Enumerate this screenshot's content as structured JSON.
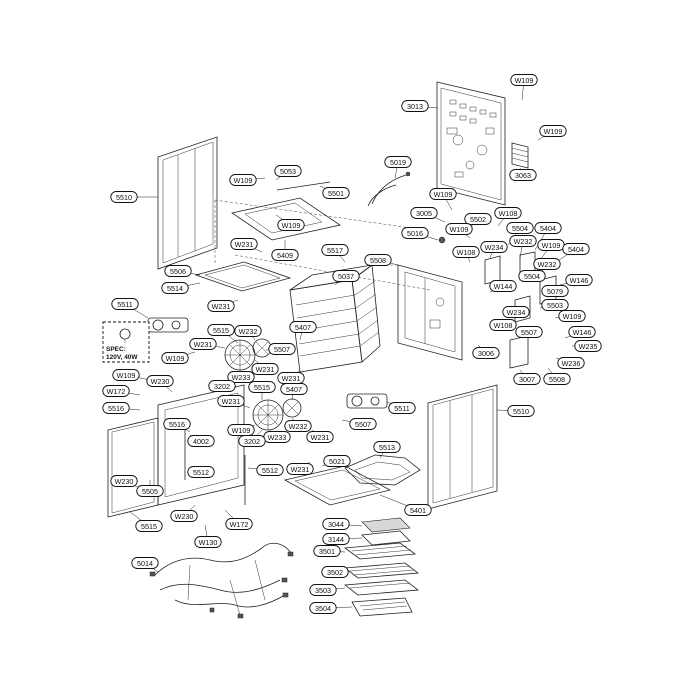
{
  "spec": {
    "line1": "SPEC:",
    "line2": "120V, 40W"
  },
  "callouts": [
    {
      "id": "c-w109-top",
      "text": "W109"
    },
    {
      "id": "c-3013",
      "text": "3013"
    },
    {
      "id": "c-w109-b",
      "text": "W109"
    },
    {
      "id": "c-3063",
      "text": "3063"
    },
    {
      "id": "c-5019",
      "text": "5019"
    },
    {
      "id": "c-w109-c",
      "text": "W109"
    },
    {
      "id": "c-5053",
      "text": "5053"
    },
    {
      "id": "c-5501",
      "text": "5501"
    },
    {
      "id": "c-5510-a",
      "text": "5510"
    },
    {
      "id": "c-w109-d",
      "text": "W109"
    },
    {
      "id": "c-w109-e",
      "text": "W109"
    },
    {
      "id": "c-3005",
      "text": "3005"
    },
    {
      "id": "c-5502",
      "text": "5502"
    },
    {
      "id": "c-w108-a",
      "text": "W108"
    },
    {
      "id": "c-5016",
      "text": "5016"
    },
    {
      "id": "c-w109-f",
      "text": "W109"
    },
    {
      "id": "c-5504-a",
      "text": "5504"
    },
    {
      "id": "c-5404-a",
      "text": "5404"
    },
    {
      "id": "c-w231-a",
      "text": "W231"
    },
    {
      "id": "c-5517",
      "text": "5517"
    },
    {
      "id": "c-w234-a",
      "text": "W234"
    },
    {
      "id": "c-w232-a",
      "text": "W232"
    },
    {
      "id": "c-w109-g",
      "text": "W109"
    },
    {
      "id": "c-5404-b",
      "text": "5404"
    },
    {
      "id": "c-5409",
      "text": "5409"
    },
    {
      "id": "c-w108-b",
      "text": "W108"
    },
    {
      "id": "c-5508-a",
      "text": "5508"
    },
    {
      "id": "c-5506",
      "text": "5506"
    },
    {
      "id": "c-5037",
      "text": "5037"
    },
    {
      "id": "c-w232-b",
      "text": "W232"
    },
    {
      "id": "c-5504-b",
      "text": "5504"
    },
    {
      "id": "c-w146-a",
      "text": "W146"
    },
    {
      "id": "c-5514",
      "text": "5514"
    },
    {
      "id": "c-w144",
      "text": "W144"
    },
    {
      "id": "c-5079",
      "text": "5079"
    },
    {
      "id": "c-w231-b",
      "text": "W231"
    },
    {
      "id": "c-5503",
      "text": "5503"
    },
    {
      "id": "c-5511-a",
      "text": "5511"
    },
    {
      "id": "c-w234-b",
      "text": "W234"
    },
    {
      "id": "c-w109-h",
      "text": "W109"
    },
    {
      "id": "c-5515-a",
      "text": "5515"
    },
    {
      "id": "c-w232-c",
      "text": "W232"
    },
    {
      "id": "c-5407-a",
      "text": "5407"
    },
    {
      "id": "c-w108-c",
      "text": "W108"
    },
    {
      "id": "c-5507-a",
      "text": "5507"
    },
    {
      "id": "c-w231-c",
      "text": "W231"
    },
    {
      "id": "c-5507-b",
      "text": "5507"
    },
    {
      "id": "c-w146-b",
      "text": "W146"
    },
    {
      "id": "c-w235",
      "text": "W235"
    },
    {
      "id": "c-3006",
      "text": "3006"
    },
    {
      "id": "c-w109-i",
      "text": "W109"
    },
    {
      "id": "c-w231-d",
      "text": "W231"
    },
    {
      "id": "c-w236",
      "text": "W236"
    },
    {
      "id": "c-w233-a",
      "text": "W233"
    },
    {
      "id": "c-w231-e",
      "text": "W231"
    },
    {
      "id": "c-3007",
      "text": "3007"
    },
    {
      "id": "c-5508-b",
      "text": "5508"
    },
    {
      "id": "c-w109-j",
      "text": "W109"
    },
    {
      "id": "c-w230-a",
      "text": "W230"
    },
    {
      "id": "c-3202-a",
      "text": "3202"
    },
    {
      "id": "c-w172-a",
      "text": "W172"
    },
    {
      "id": "c-5515-b",
      "text": "5515"
    },
    {
      "id": "c-5407-b",
      "text": "5407"
    },
    {
      "id": "c-5516-a",
      "text": "5516"
    },
    {
      "id": "c-w231-f",
      "text": "W231"
    },
    {
      "id": "c-5511-b",
      "text": "5511"
    },
    {
      "id": "c-5510-b",
      "text": "5510"
    },
    {
      "id": "c-5516-b",
      "text": "5516"
    },
    {
      "id": "c-w232-d",
      "text": "W232"
    },
    {
      "id": "c-5507-c",
      "text": "5507"
    },
    {
      "id": "c-w109-k",
      "text": "W109"
    },
    {
      "id": "c-w233-b",
      "text": "W233"
    },
    {
      "id": "c-w231-g",
      "text": "W231"
    },
    {
      "id": "c-4002",
      "text": "4002"
    },
    {
      "id": "c-3202-b",
      "text": "3202"
    },
    {
      "id": "c-5513",
      "text": "5513"
    },
    {
      "id": "c-5021",
      "text": "5021"
    },
    {
      "id": "c-5512-a",
      "text": "5512"
    },
    {
      "id": "c-5512-b",
      "text": "5512"
    },
    {
      "id": "c-w231-h",
      "text": "W231"
    },
    {
      "id": "c-w230-b",
      "text": "W230"
    },
    {
      "id": "c-5505",
      "text": "5505"
    },
    {
      "id": "c-5515-c",
      "text": "5515"
    },
    {
      "id": "c-w230-c",
      "text": "W230"
    },
    {
      "id": "c-w172-b",
      "text": "W172"
    },
    {
      "id": "c-5401",
      "text": "5401"
    },
    {
      "id": "c-w130",
      "text": "W130"
    },
    {
      "id": "c-3044",
      "text": "3044"
    },
    {
      "id": "c-3144",
      "text": "3144"
    },
    {
      "id": "c-3501",
      "text": "3501"
    },
    {
      "id": "c-5014",
      "text": "5014"
    },
    {
      "id": "c-3502",
      "text": "3502"
    },
    {
      "id": "c-3503",
      "text": "3503"
    },
    {
      "id": "c-3504",
      "text": "3504"
    }
  ]
}
